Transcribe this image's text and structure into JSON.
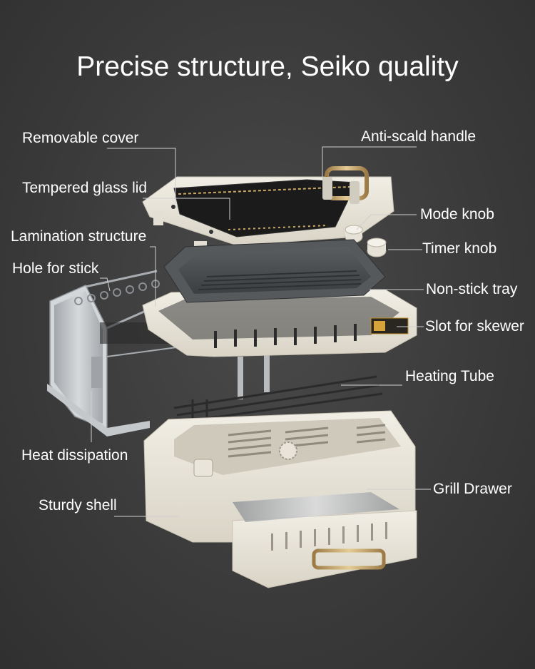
{
  "title": "Precise structure, Seiko quality",
  "labels": {
    "removable_cover": "Removable cover",
    "anti_scald_handle": "Anti-scald handle",
    "tempered_glass_lid": "Tempered glass lid",
    "mode_knob": "Mode knob",
    "lamination_structure": "Lamination structure",
    "timer_knob": "Timer knob",
    "hole_for_stick": "Hole for stick",
    "non_stick_tray": "Non-stick tray",
    "slot_for_skewer": "Slot for skewer",
    "heating_tube": "Heating Tube",
    "heat_dissipation": "Heat dissipation",
    "grill_drawer": "Grill Drawer",
    "sturdy_shell": "Sturdy shell"
  },
  "colors": {
    "background": "#3b3b3b",
    "shell": "#ece8dd",
    "tray": "#4a4d50",
    "metal": "#b9bcbf",
    "gold": "#c8a56a",
    "text": "#ffffff"
  }
}
